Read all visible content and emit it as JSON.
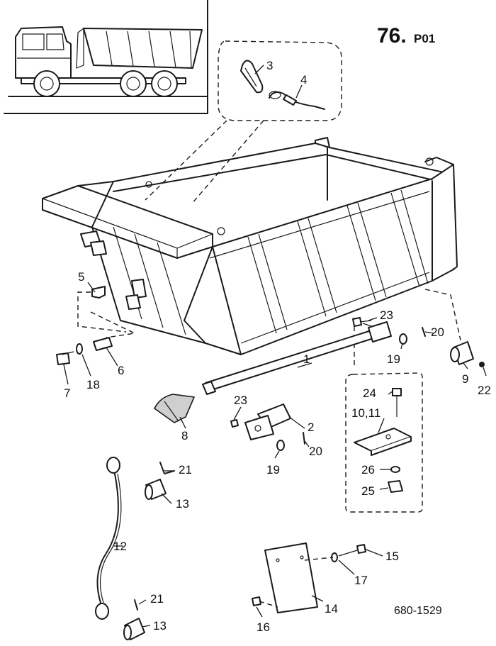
{
  "page_number": "76.",
  "page_suffix": "P01",
  "drawing_number": "680-1529",
  "part_labels": {
    "p1": "1",
    "p2": "2",
    "p3": "3",
    "p4": "4",
    "p5": "5",
    "p6": "6",
    "p7": "7",
    "p8": "8",
    "p9": "9",
    "p10_11": "10,11",
    "p12": "12",
    "p13a": "13",
    "p13b": "13",
    "p14": "14",
    "p15": "15",
    "p16": "16",
    "p17": "17",
    "p18": "18",
    "p19a": "19",
    "p19b": "19",
    "p20a": "20",
    "p20b": "20",
    "p21a": "21",
    "p21b": "21",
    "p22": "22",
    "p23a": "23",
    "p23b": "23",
    "p24": "24",
    "p25": "25",
    "p26": "26"
  }
}
